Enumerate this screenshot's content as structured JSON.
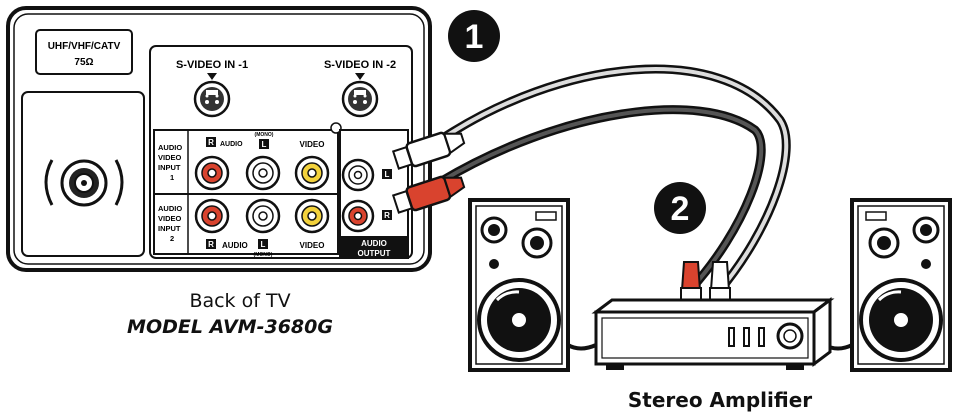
{
  "tv_panel": {
    "antenna_label_1": "UHF/VHF/CATV",
    "antenna_label_2": "75Ω",
    "svideo_in_1": "S-VIDEO IN -1",
    "svideo_in_2": "S-VIDEO IN -2",
    "input1_label": [
      "AUDIO",
      "VIDEO",
      "INPUT",
      "1"
    ],
    "input2_label": [
      "AUDIO",
      "VIDEO",
      "INPUT",
      "2"
    ],
    "jack_r": "R",
    "jack_l": "L",
    "audio": "AUDIO",
    "mono": "(MONO)",
    "video": "VIDEO",
    "audio_output_1": "AUDIO",
    "audio_output_2": "OUTPUT"
  },
  "steps": [
    "1",
    "2"
  ],
  "captions": {
    "tv_title": "Back of TV",
    "tv_model": "MODEL AVM-3680G",
    "amplifier": "Stereo Amplifier"
  },
  "colors": {
    "red_jack": "#d9432e",
    "yellow_jack": "#f3d23c",
    "white_jack": "#ffffff",
    "outline": "#111111"
  }
}
